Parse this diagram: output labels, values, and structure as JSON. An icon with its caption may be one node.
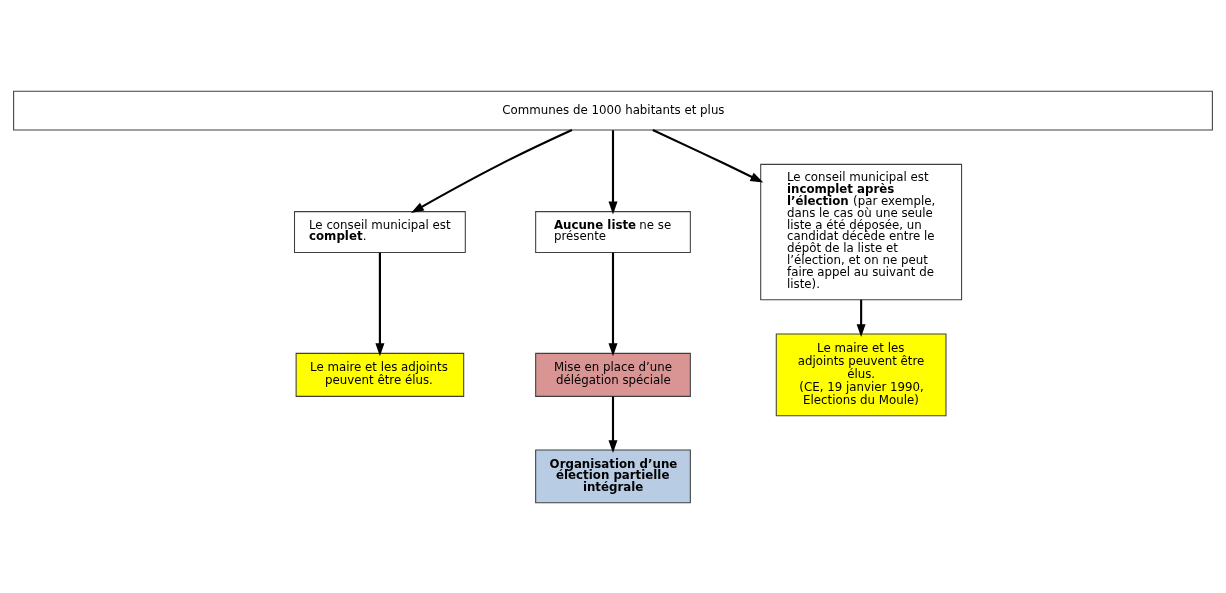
{
  "diagram": {
    "nodes": [
      {
        "text": [
          "Communes de 1000 habitants et plus"
        ]
      },
      {
        "text": [
          "Le conseil municipal est **complet**."
        ]
      },
      {
        "text": [
          "Le maire et les adjoints peuvent être élus."
        ]
      },
      {
        "text": [
          "**Aucune liste** ne se présente"
        ]
      },
      {
        "text": [
          "Mise en place d’une délégation spéciale"
        ]
      },
      {
        "text": [
          "Organisation d’une élection partielle intégrale"
        ]
      },
      {
        "text": [
          "Le conseil municipal est **incomplet après l’élection** (par exemple, dans le cas où une seule liste a été déposée, un candidat décède entre le dépôt de la liste et l’élection, et on ne peut faire appel au suivant de liste)."
        ]
      },
      {
        "text": [
          "Le maire et les adjoints peuvent être élus.",
          "(CE, 19 janvier 1990, Elections du Moule)"
        ]
      }
    ],
    "edges": [
      {
        "from": 0,
        "to": 1,
        "arrow": "to"
      },
      {
        "from": 0,
        "to": 3,
        "arrow": "to"
      },
      {
        "from": 0,
        "to": 6,
        "arrow": "to"
      },
      {
        "from": 1,
        "to": 2,
        "arrow": "to"
      },
      {
        "from": 3,
        "to": 4,
        "arrow": "to"
      },
      {
        "from": 4,
        "to": 5,
        "arrow": "to"
      },
      {
        "from": 6,
        "to": 7,
        "arrow": "to"
      }
    ]
  }
}
